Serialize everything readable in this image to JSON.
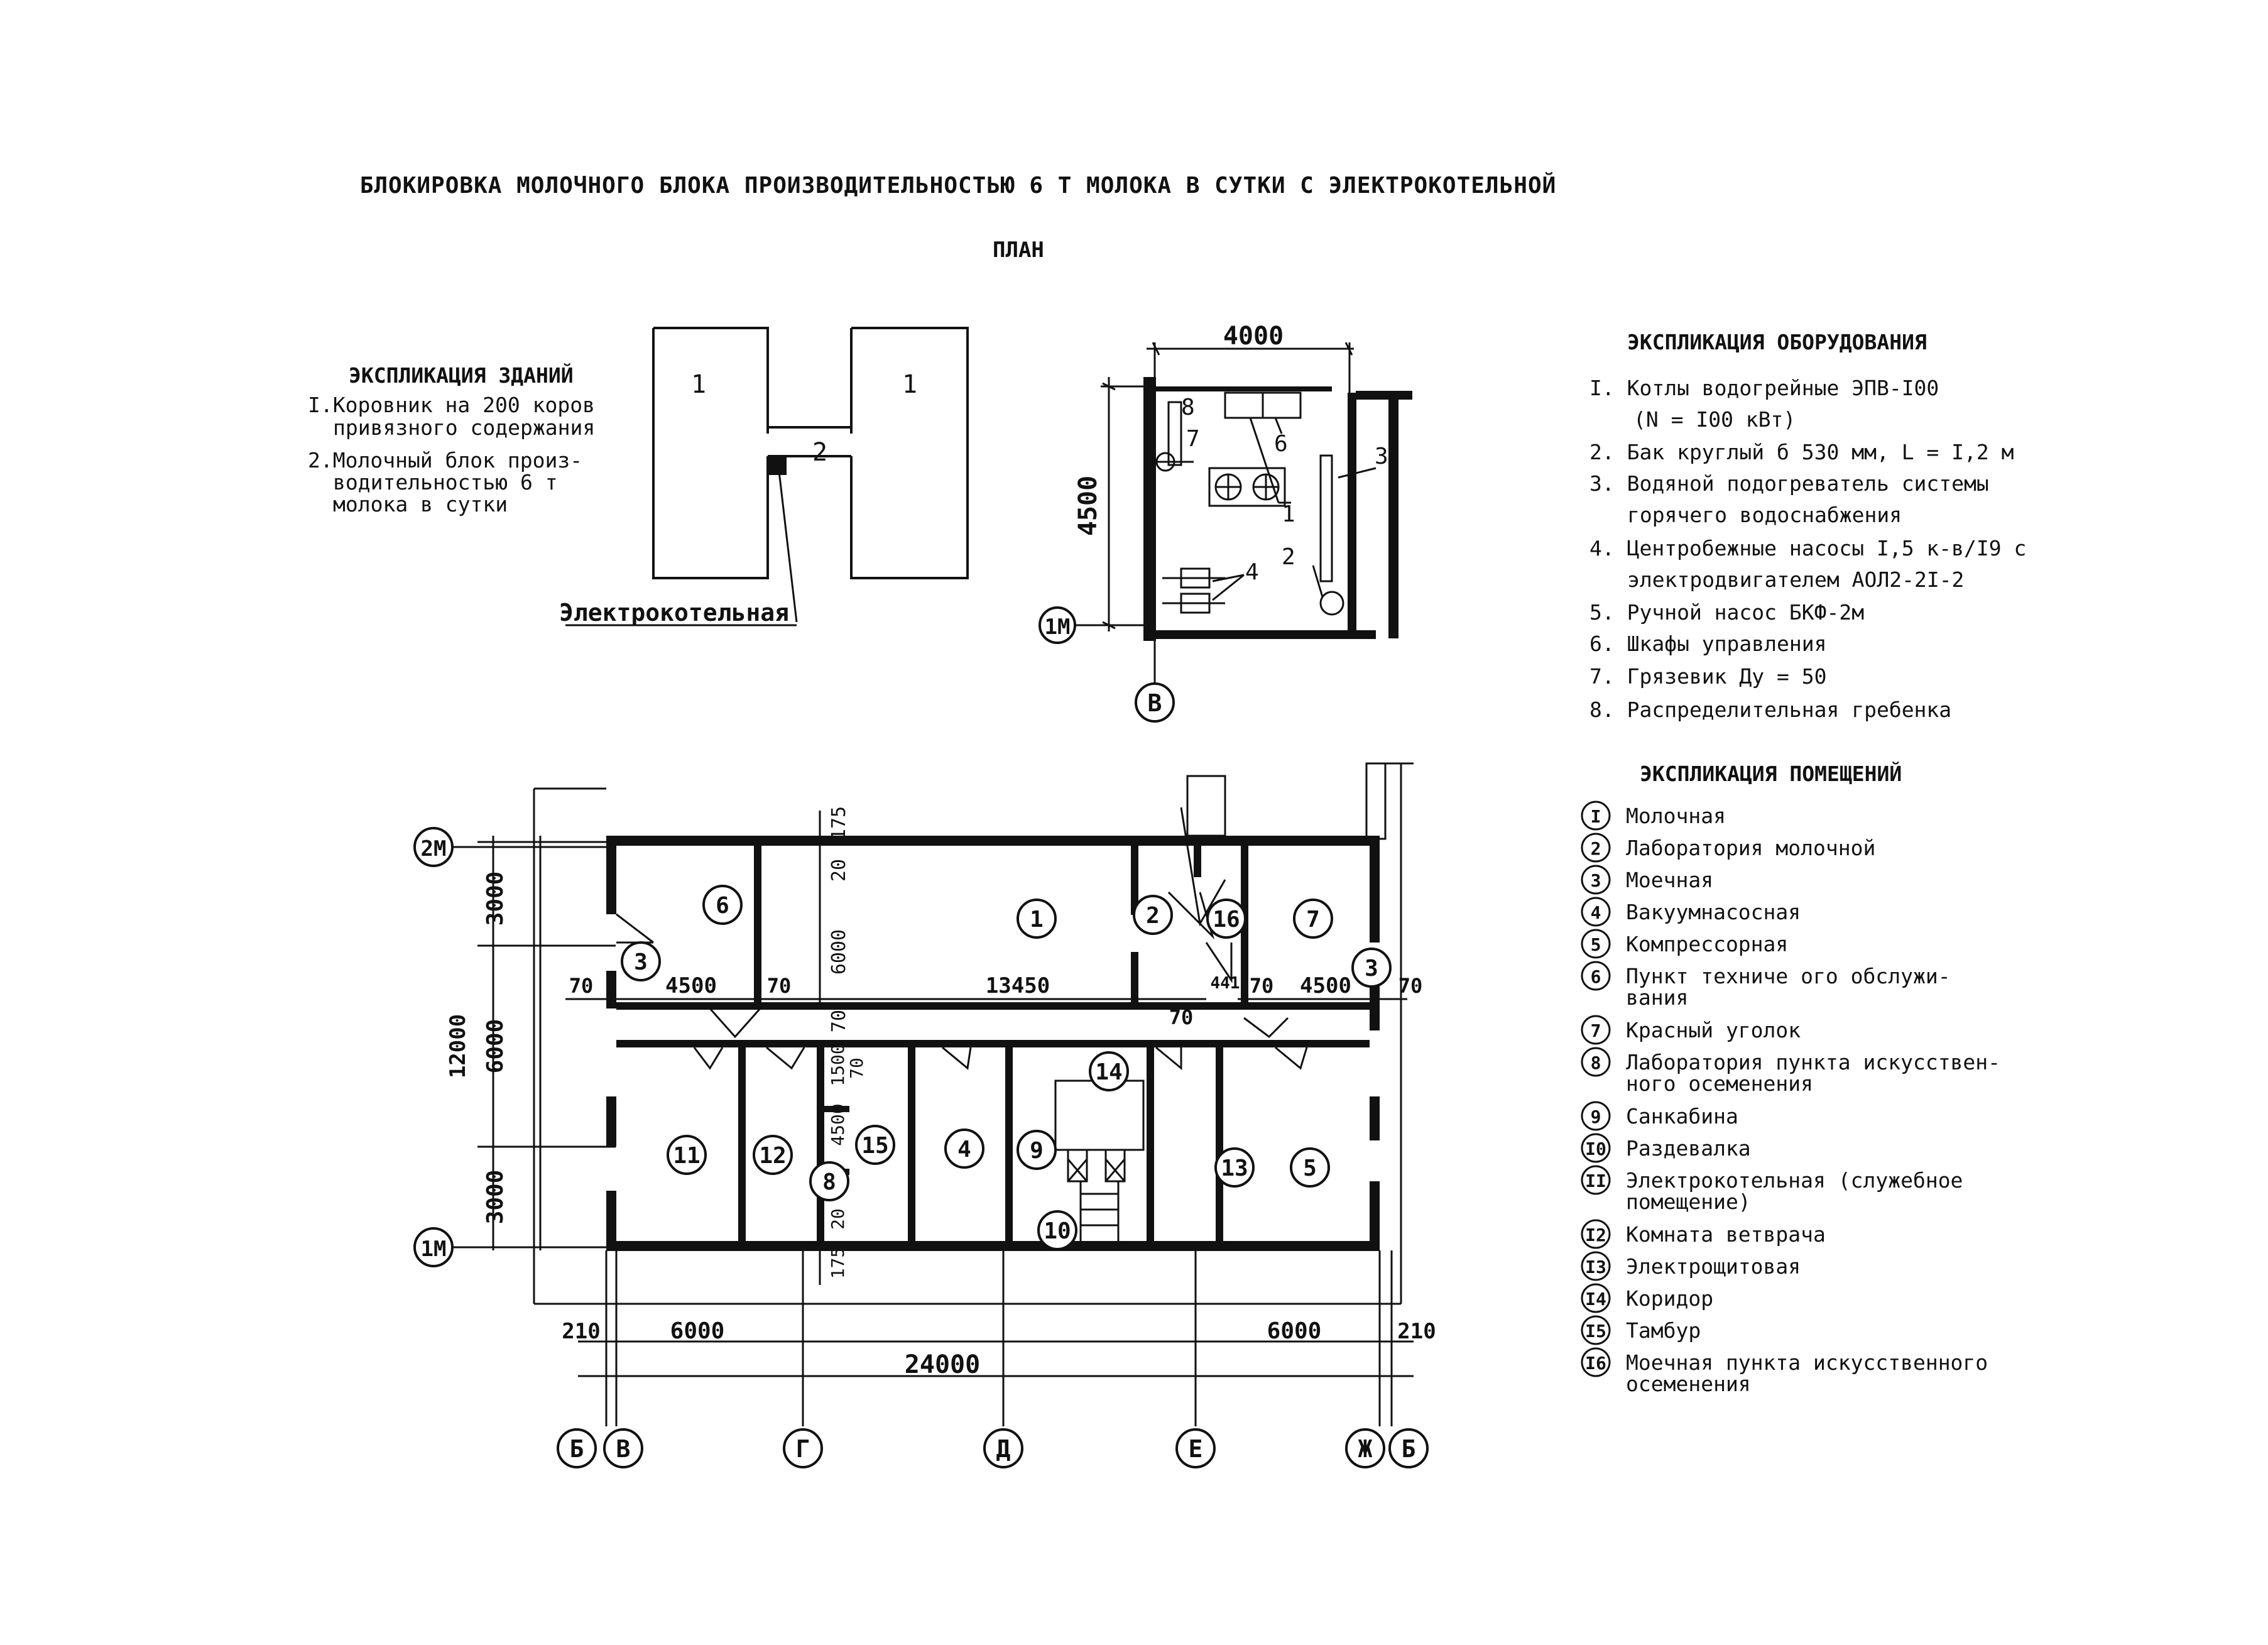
{
  "title": "БЛОКИРОВКА МОЛОЧНОГО БЛОКА ПРОИЗВОДИТЕЛЬНОСТЬЮ 6 Т МОЛОКА В СУТКИ С ЭЛЕКТРОКОТЕЛЬНОЙ",
  "subtitle": "ПЛАН",
  "buildings": {
    "heading": "ЭКСПЛИКАЦИЯ ЗДАНИЙ",
    "lines": [
      "I.Коровник на 200 коров",
      "привязного содержания",
      "2.Молочный блок произ-",
      "водительностью 6 т",
      "молока в сутки"
    ]
  },
  "site_plan": {
    "block_1_left": "1",
    "block_1_right": "1",
    "block_2": "2",
    "boiler_label": "Электрокотельная"
  },
  "boiler_room": {
    "width_dim": "4000",
    "height_dim": "4500",
    "axis_1m": "1М",
    "axis_v": "В",
    "callouts": [
      "8",
      "7",
      "6",
      "1",
      "3",
      "2",
      "4"
    ]
  },
  "equipment": {
    "heading": "ЭКСПЛИКАЦИЯ ОБОРУДОВАНИЯ",
    "lines": [
      "I. Котлы водогрейные ЭПВ-I00",
      "(N = I00 кВт)",
      "2. Бак круглый б 530 мм, L = I,2 м",
      "3. Водяной подогреватель системы",
      "горячего водоснабжения",
      "4. Центробежные насосы I,5 к-в/I9 с",
      "электродвигателем АОЛ2-2I-2",
      "5. Ручной насос БКФ-2м",
      "6. Шкафы управления",
      "7. Грязевик Ду = 50",
      "8. Распределительная гребенка"
    ]
  },
  "rooms": {
    "heading": "ЭКСПЛИКАЦИЯ ПОМЕЩЕНИЙ",
    "items": [
      {
        "num": "I",
        "text": "Молочная"
      },
      {
        "num": "2",
        "text": "Лаборатория молочной"
      },
      {
        "num": "3",
        "text": "Моечная"
      },
      {
        "num": "4",
        "text": "Вакуумнасосная"
      },
      {
        "num": "5",
        "text": "Компрессорная"
      },
      {
        "num": "6",
        "text": "Пункт техниче  ого обслужи-",
        "text2": "вания"
      },
      {
        "num": "7",
        "text": "Красный уголок"
      },
      {
        "num": "8",
        "text": "Лаборатория пункта искусствен-",
        "text2": "ного осеменения"
      },
      {
        "num": "9",
        "text": "Санкабина"
      },
      {
        "num": "I0",
        "text": "Раздевалка"
      },
      {
        "num": "II",
        "text": "Электрокотельная (служебное",
        "text2": "помещение)"
      },
      {
        "num": "I2",
        "text": "Комната ветврача"
      },
      {
        "num": "I3",
        "text": "Электрощитовая"
      },
      {
        "num": "I4",
        "text": "Коридор"
      },
      {
        "num": "I5",
        "text": "Тамбур"
      },
      {
        "num": "I6",
        "text": "Моечная пункта искусственного",
        "text2": "осеменения"
      }
    ]
  },
  "main_plan": {
    "axes_top": "2М",
    "axes_bottom": "1М",
    "axes_columns": [
      "Б",
      "В",
      "Г",
      "Д",
      "Е",
      "Ж",
      "Б"
    ],
    "dims": {
      "left_3000_top": "3000",
      "left_6000": "6000",
      "left_3000_bottom": "3000",
      "left_total": "12000",
      "d175_top": "175",
      "d20_top": "20",
      "d6000": "6000",
      "d70": "70",
      "d4500_left": "4500",
      "d70_a": "70",
      "d70_b": "70",
      "d13450": "13450",
      "d441": "441",
      "d70_c": "70",
      "d70_d": "70",
      "d4500_right": "4500",
      "d70_e": "70",
      "d1500": "1500",
      "d70_f": "70",
      "d4500_v": "4500",
      "d20_v": "20",
      "d175_bottom": "175",
      "b210_left": "210",
      "b6000_left": "6000",
      "b6000_right": "6000",
      "b210_right": "210",
      "b24000": "24000"
    },
    "room_numbers": [
      "1",
      "2",
      "3",
      "4",
      "5",
      "6",
      "7",
      "8",
      "9",
      "10",
      "11",
      "12",
      "13",
      "14",
      "15",
      "16",
      "3"
    ]
  }
}
